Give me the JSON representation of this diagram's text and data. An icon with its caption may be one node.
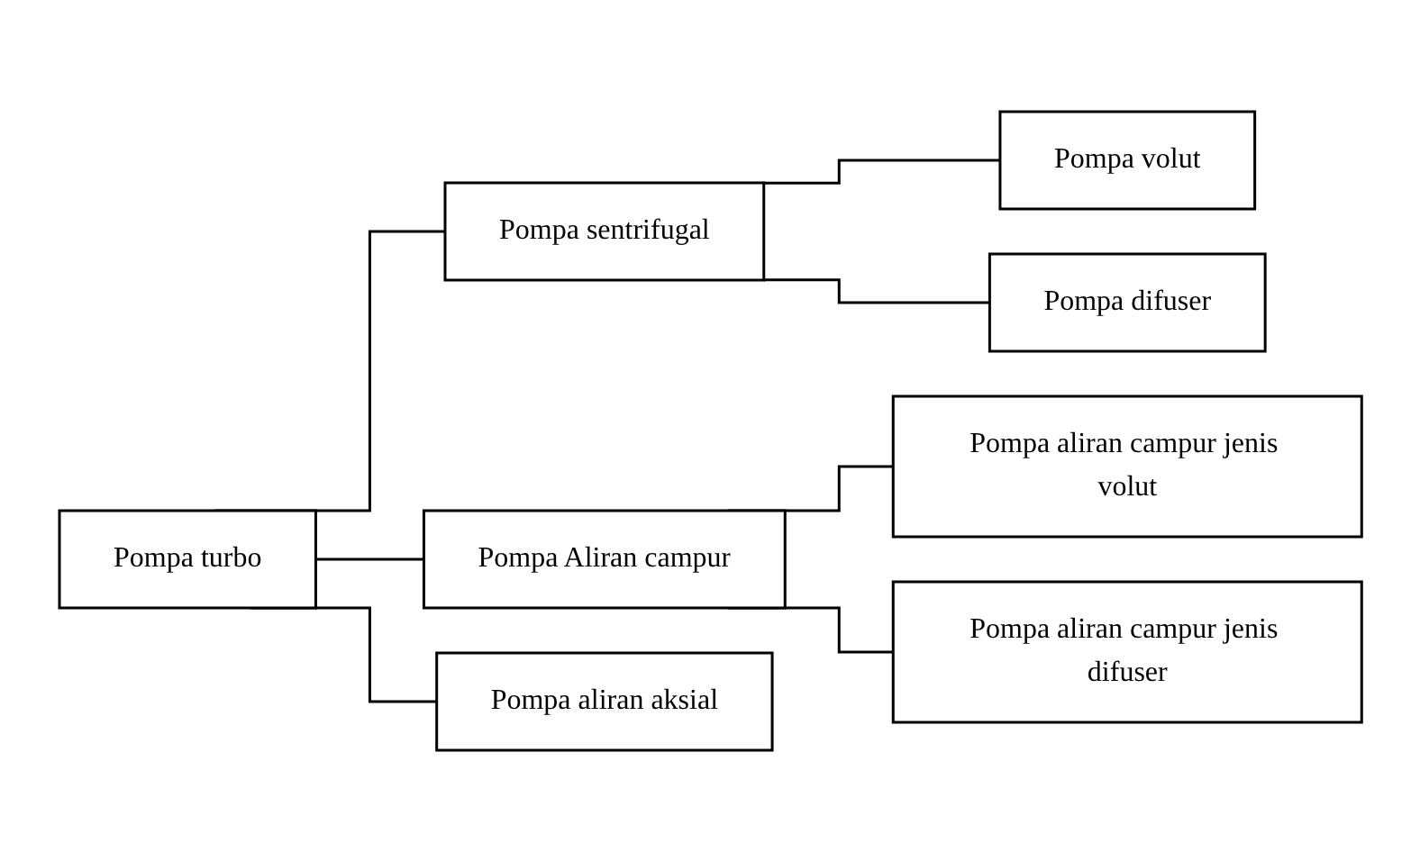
{
  "diagram": {
    "nodes": [
      {
        "text": [
          "Pompa turbo"
        ]
      },
      {
        "text": [
          "Pompa sentrifugal"
        ]
      },
      {
        "text": [
          "Pompa Aliran campur"
        ]
      },
      {
        "text": [
          "Pompa aliran aksial"
        ]
      },
      {
        "text": [
          "Pompa volut"
        ]
      },
      {
        "text": [
          "Pompa difuser"
        ]
      },
      {
        "text": [
          "Pompa aliran campur jenis volut"
        ]
      },
      {
        "text": [
          "Pompa aliran campur jenis difuser"
        ]
      }
    ],
    "edges": [
      {
        "from": 0,
        "to": 1,
        "arrow": "none"
      },
      {
        "from": 0,
        "to": 2,
        "arrow": "none"
      },
      {
        "from": 0,
        "to": 3,
        "arrow": "none"
      },
      {
        "from": 1,
        "to": 4,
        "arrow": "none"
      },
      {
        "from": 1,
        "to": 5,
        "arrow": "none"
      },
      {
        "from": 2,
        "to": 6,
        "arrow": "none"
      },
      {
        "from": 2,
        "to": 7,
        "arrow": "none"
      }
    ]
  }
}
